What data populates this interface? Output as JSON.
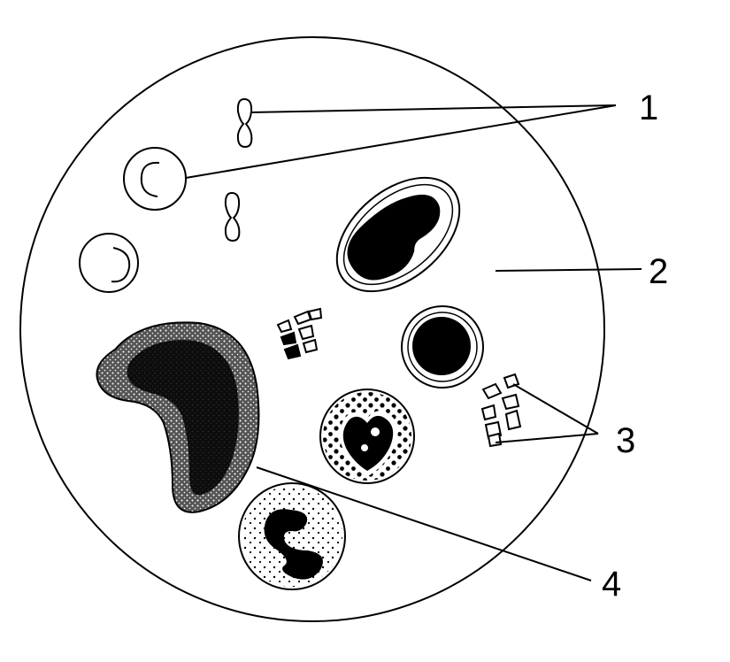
{
  "labels": {
    "one": "1",
    "two": "2",
    "three": "3",
    "four": "4"
  },
  "colors": {
    "ink": "#000000",
    "paper": "#ffffff",
    "stipple_dark": "#333333"
  }
}
